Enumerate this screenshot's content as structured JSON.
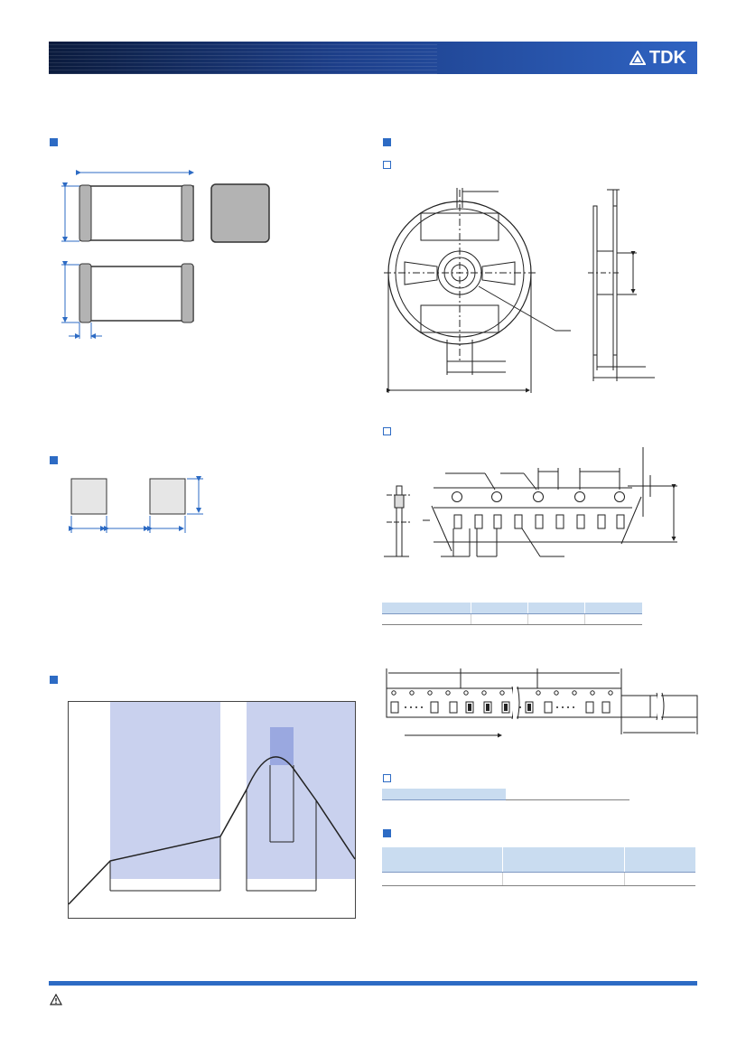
{
  "header": {
    "brand": "TDK",
    "logo_icon": "tdk-recycle-logo-icon",
    "bar_color": "#1d3f8a"
  },
  "sections": {
    "accent_color": "#2d6bc4",
    "shape_fill": "#b3b3b3",
    "highlight_fill": "#c9d1ee",
    "highlight_strong": "#9aa8e0"
  },
  "tables": {
    "tape_dimensions": {
      "columns": 4
    },
    "reel_quantity": {
      "columns": 2
    },
    "specifications": {
      "columns": 3
    }
  },
  "footer": {
    "warning_icon": "warning-triangle-icon"
  }
}
